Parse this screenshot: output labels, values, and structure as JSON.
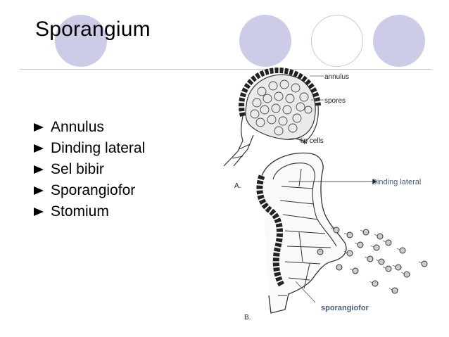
{
  "slide": {
    "title": "Sporangium",
    "bullets": [
      "Annulus",
      "Dinding lateral",
      "Sel bibir",
      "Sporangiofor",
      "Stomium"
    ]
  },
  "figure": {
    "labels": {
      "annulus": "annulus",
      "spores": "spores",
      "lip_cells": "lip cells",
      "panel_a": "A.",
      "panel_b": "B.",
      "dinding_lateral": "Dinding lateral",
      "sporangiofor": "sporangiofor"
    }
  },
  "colors": {
    "circle_fill": "#cccce8",
    "annotation_blue": "#4b5e7e"
  }
}
